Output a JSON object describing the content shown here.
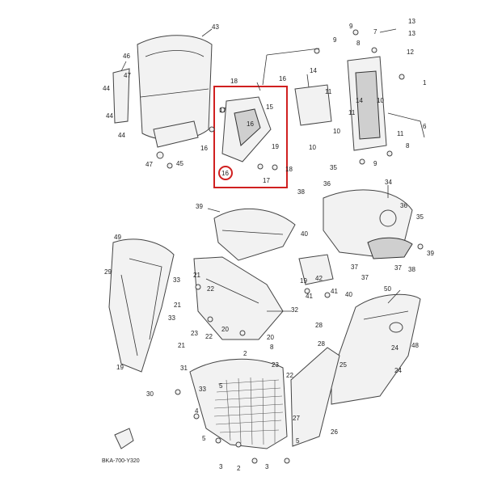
{
  "diagram": {
    "caption": "BKA-700-Y320",
    "highlight_label": "16",
    "callouts": [
      "43",
      "46",
      "44",
      "47",
      "44",
      "44",
      "47",
      "45",
      "16",
      "17",
      "18",
      "16",
      "15",
      "19",
      "18",
      "17",
      "16",
      "11",
      "10",
      "9",
      "8",
      "7",
      "9",
      "13",
      "13",
      "12",
      "14",
      "11",
      "14",
      "10",
      "10",
      "9",
      "8",
      "6",
      "11",
      "1",
      "39",
      "38",
      "36",
      "34",
      "35",
      "36",
      "35",
      "40",
      "37",
      "37",
      "37",
      "39",
      "38",
      "42",
      "41",
      "41",
      "40",
      "49",
      "29",
      "33",
      "33",
      "21",
      "22",
      "21",
      "23",
      "22",
      "20",
      "20",
      "21",
      "32",
      "19",
      "19",
      "30",
      "31",
      "33",
      "4",
      "5",
      "2",
      "3",
      "2",
      "8",
      "24",
      "26",
      "27",
      "25",
      "24",
      "28",
      "48",
      "50",
      "28",
      "23",
      "22",
      "3",
      "5",
      "5"
    ]
  }
}
